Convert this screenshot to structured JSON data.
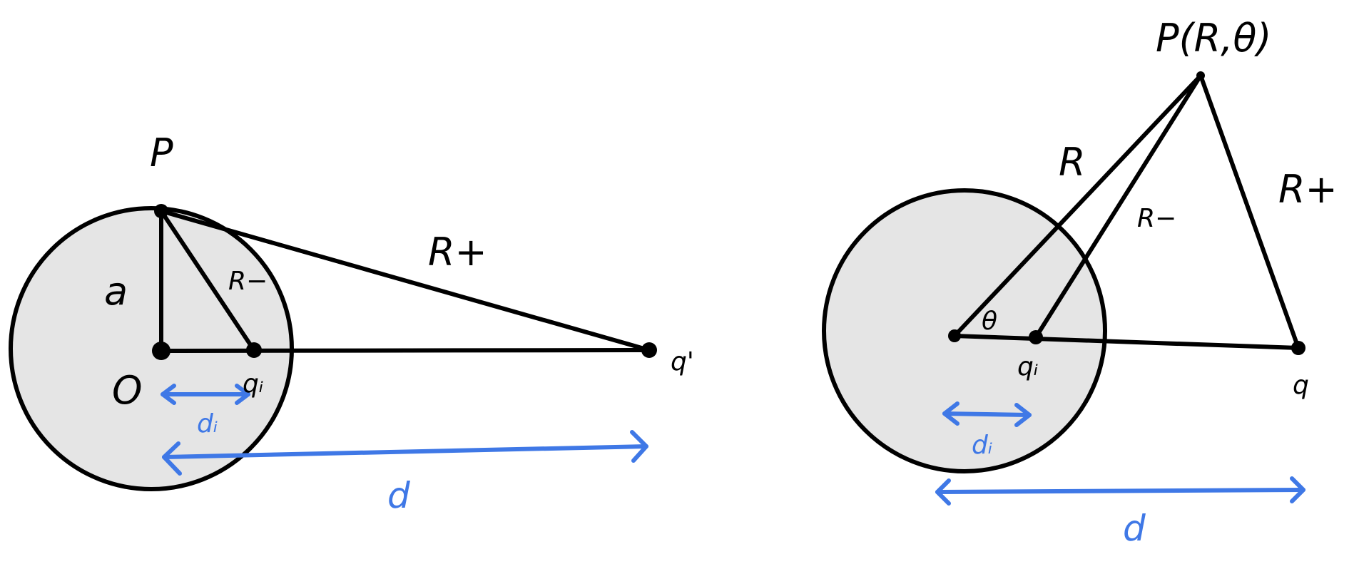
{
  "colors": {
    "ink": "#000000",
    "blue": "#3f78e6",
    "sphere_fill": "#e5e5e5",
    "background": "#ffffff"
  },
  "left_figure": {
    "point_P": "P",
    "radius_a": "a",
    "center_O": "O",
    "R_minus": "R−",
    "R_plus": "R+",
    "charge_qi": "qᵢ",
    "charge_q_prime": "q'",
    "distance_di": "dᵢ",
    "distance_d": "d"
  },
  "right_figure": {
    "point_P": "P(R,θ)",
    "R": "R",
    "R_minus": "R−",
    "R_plus": "R+",
    "theta": "θ",
    "charge_qi": "qᵢ",
    "charge_q": "q",
    "distance_di": "dᵢ",
    "distance_d": "d"
  }
}
